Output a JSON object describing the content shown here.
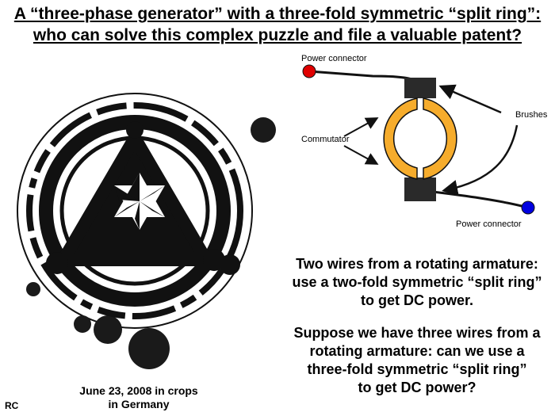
{
  "title": {
    "line1": "A “three-phase generator” with a three-fold symmetric “split ring”:",
    "line2": "who can solve this complex puzzle and file a valuable patent?"
  },
  "crop_circle": {
    "caption_line1": "June 23, 2008 in crops",
    "caption_line2": "in Germany"
  },
  "device": {
    "labels": {
      "power_top": "Power connector",
      "power_bottom": "Power connector",
      "commutator": "Commutator",
      "brushes": "Brushes"
    },
    "colors": {
      "ring": "#f6ac2c",
      "dot_top": "#e00000",
      "dot_bottom": "#0000e0",
      "brush": "#2a2a2a"
    }
  },
  "text": {
    "desc1": [
      "Two wires from a rotating armature:",
      "use a two-fold symmetric  “split ring”",
      "to get DC power."
    ],
    "desc2": [
      "Suppose we have three wires from a",
      "rotating armature: can we use a",
      "three-fold symmetric  “split ring”",
      "to get DC power?"
    ]
  },
  "credit": "RC"
}
